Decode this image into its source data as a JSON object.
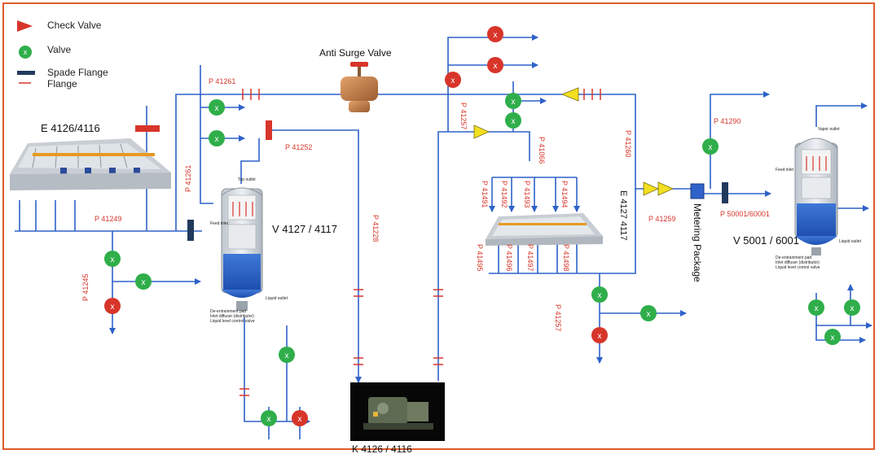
{
  "legend": {
    "check_valve": "Check Valve",
    "valve": "Valve",
    "spade_flange": "Spade Flange",
    "flange": "Flange"
  },
  "equipment": {
    "anti_surge": "Anti Surge Valve",
    "e4126": "E 4126/4116",
    "v4127": "V 4127 / 4117",
    "e4127": "E 4127 4117",
    "metering": "Metering Package",
    "v5001": "V 5001 / 6001",
    "k4126": "K 4126 / 4116"
  },
  "pipes": {
    "p41261_top": "P 41261",
    "p41261_v": "P 41261",
    "p41252": "P 41252",
    "p41249": "P 41249",
    "p41245": "P 41245",
    "p41228": "P 41228",
    "p41257_top": "P 41257",
    "p41066": "P 41066",
    "p41491": "P 41491",
    "p41492": "P 41492",
    "p41493": "P 41493",
    "p41494": "P 41494",
    "p41495": "P 41495",
    "p41496": "P 41496",
    "p41497": "P 41497",
    "p41498": "P 41498",
    "p41260": "P 41260",
    "p41259": "P 41259",
    "p41257_bot": "P 41257",
    "p41290": "P 41290",
    "p50001": "P 50001/60001"
  },
  "vessel_labels": {
    "top_outlet": "Top outlet",
    "feed_inlet": "Feed inlet",
    "liquid_outlet": "Liquid outlet",
    "vapor_outlet": "Vapor outlet",
    "notes": [
      "De-entrainment pad",
      "Inlet diffuser (distributor)",
      "Liquid level control valve"
    ]
  },
  "colors": {
    "pipe": "#2f62c9",
    "flange": "#d8352a",
    "valve_green": "#2fae4a",
    "valve_red": "#d8352a",
    "check_yellow": "#f2df1f",
    "frame": "#e05a2b"
  }
}
